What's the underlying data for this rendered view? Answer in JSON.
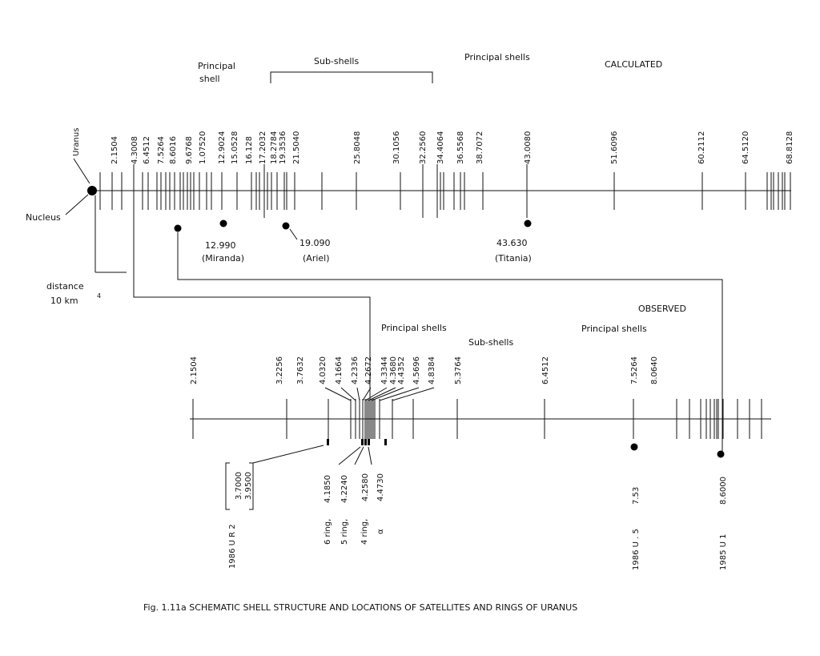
{
  "caption": "Fig. 1.11a SCHEMATIC SHELL STRUCTURE AND LOCATIONS OF SATELLITES AND RINGS OF URANUS",
  "calculated": {
    "title": "CALCULATED",
    "labels": {
      "principal_shell_left": [
        "Principal",
        "shell"
      ],
      "sub_shells": "Sub-shells",
      "principal_shells": "Principal shells",
      "uranus": "Uranus",
      "nucleus": "Nucleus",
      "distance": [
        "distance",
        "10 km",
        "4"
      ]
    },
    "tick_labels": [
      "2.1504",
      "4.3008",
      "6.4512",
      "7.5264",
      "8.6016",
      "9.6768",
      "1.07520",
      "12.9024",
      "15.0528",
      "16.128",
      "17.2032",
      "18.2784",
      "19.3536",
      "21.5040",
      "25.8048",
      "30.1056",
      "32.2560",
      "34.4064",
      "36.5568",
      "38.7072",
      "43.0080",
      "51.6096",
      "60.2112",
      "64.5120",
      "68.8128"
    ],
    "satellites": [
      {
        "value": "12.990",
        "name": "(Miranda)"
      },
      {
        "value": "19.090",
        "name": "(Ariel)"
      },
      {
        "value": "43.630",
        "name": "(Titania)"
      }
    ]
  },
  "observed": {
    "title": "OBSERVED",
    "labels": {
      "principal_shells_left": "Principal shells",
      "sub_shells": "Sub-shells",
      "principal_shells_right": "Principal shells"
    },
    "tick_labels": [
      "2.1504",
      "3.2256",
      "3.7632",
      "4.0320",
      "4.1664",
      "4.2336",
      "4.2672",
      "4.3344",
      "4.3680",
      "4.4352",
      "4.5696",
      "4.8384",
      "5.3764",
      "6.4512",
      "7.5264",
      "8.0640"
    ],
    "bottom_values": [
      "3.7000",
      "3.9500",
      "4.1850",
      "4.2240",
      "4.2580",
      "4.4730",
      "7.53",
      "8.6000"
    ],
    "bottom_names": [
      "1986 U R 2",
      "6 ring,",
      "5 ring,",
      "4 ring,",
      "α",
      "1986 U . 5",
      "1985 U   1"
    ]
  }
}
